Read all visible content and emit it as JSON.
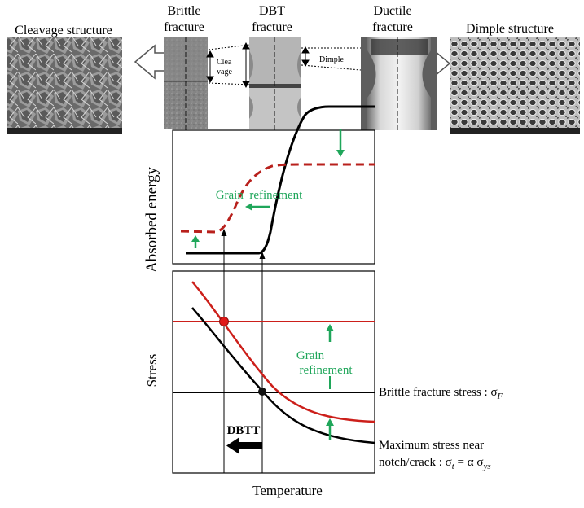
{
  "top": {
    "cleavage_structure": "Cleavage structure",
    "dimple_structure": "Dimple structure",
    "brittle_line1": "Brittle",
    "brittle_line2": "fracture",
    "dbt_line1": "DBT",
    "dbt_line2": "fracture",
    "ductile_line1": "Ductile",
    "ductile_line2": "fracture",
    "cleavage_tag_line1": "Clea",
    "cleavage_tag_line2": "vage",
    "dimple_tag": "Dimple"
  },
  "energy_panel": {
    "ylabel": "Absorbed energy",
    "grain_refinement": "Grain  refinement"
  },
  "stress_panel": {
    "ylabel": "Stress",
    "xlabel": "Temperature",
    "grain_line1": "Grain",
    "grain_line2": "refinement",
    "brittle_stress": "Brittle fracture stress : σ",
    "brittle_stress_sub": "F",
    "max_stress_line1": "Maximum stress near",
    "max_stress_line2": "notch/crack : σ",
    "max_stress_sub_t": "t",
    "max_stress_eq": " = α σ",
    "max_stress_sub_ys": "ys",
    "dbtt": "DBTT"
  },
  "colors": {
    "red": "#cc1f1a",
    "dark_red": "#b8201c",
    "green": "#1fa65a",
    "black": "#000000"
  }
}
